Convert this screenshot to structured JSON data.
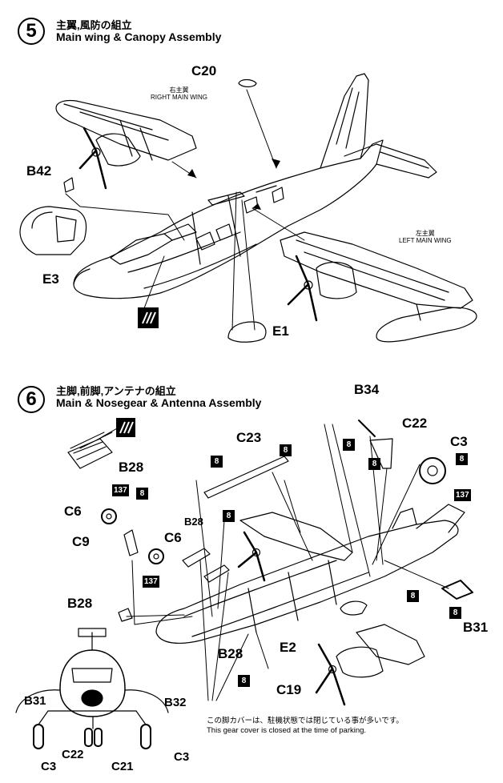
{
  "step5": {
    "number": "5",
    "title_jp": "主翼,風防の組立",
    "title_en": "Main wing & Canopy Assembly",
    "parts": {
      "c20": "C20",
      "b42": "B42",
      "e3": "E3",
      "e1": "E1"
    },
    "right_wing_jp": "右主翼",
    "right_wing_en": "RIGHT MAIN WING",
    "left_wing_jp": "左主翼",
    "left_wing_en": "LEFT MAIN WING"
  },
  "step6": {
    "number": "6",
    "title_jp": "主脚,前脚,アンテナの組立",
    "title_en": "Main & Nosegear & Antenna Assembly",
    "parts": {
      "b34": "B34",
      "c22": "C22",
      "c3": "C3",
      "c23": "C23",
      "b28_top": "B28",
      "c6_a": "C6",
      "c9": "C9",
      "b28_mid": "B28",
      "c6_b": "C6",
      "b28_left": "B28",
      "e2": "E2",
      "b28_bottom": "B28",
      "c19": "C19",
      "b31_right": "B31",
      "b31_front": "B31",
      "b32_front": "B32",
      "c3_front_left": "C3",
      "c22_front": "C22",
      "c21_front": "C21",
      "c3_front_right": "C3"
    },
    "badges": {
      "b8": "8",
      "b137": "137"
    },
    "note_jp": "この脚カバーは、駐機状態では閉じている事が多いです。",
    "note_en": "This gear cover is closed at the time of parking."
  }
}
